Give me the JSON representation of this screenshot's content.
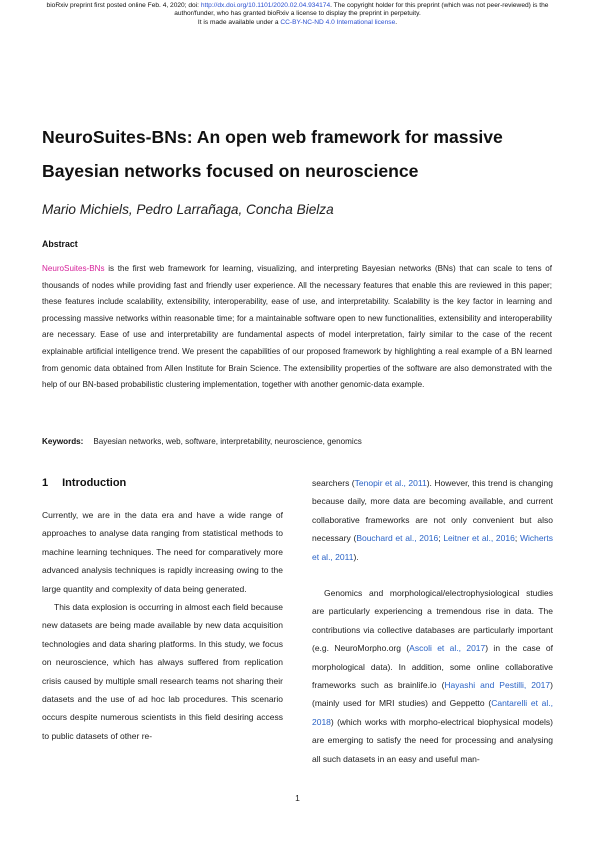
{
  "preprint_notice": {
    "line1_prefix": "bioRxiv preprint first posted online Feb. 4, 2020; doi: ",
    "doi_url": "http://dx.doi.org/10.1101/2020.02.04.934174",
    "line1_suffix": ". The copyright holder for this preprint (which was not peer-reviewed) is the author/funder, who has granted bioRxiv a license to display the preprint in perpetuity.",
    "line2_prefix": "It is made available under a ",
    "license": "CC-BY-NC-ND 4.0 International license",
    "line2_suffix": "."
  },
  "title": {
    "brand": "NeuroSuites-BNs",
    "rest": ": An open web framework for massive Bayesian networks focused on neuroscience"
  },
  "authors": "Mario Michiels, Pedro Larrañaga, Concha Bielza",
  "abstract": {
    "heading": "Abstract",
    "brand": "NeuroSuites-BNs",
    "text": " is the first web framework for learning, visualizing, and interpreting Bayesian networks (BNs) that can scale to tens of thousands of nodes while providing fast and friendly user experience. All the necessary features that enable this are reviewed in this paper; these features include scalability, extensibility, interoperability, ease of use, and interpretability. Scalability is the key factor in learning and processing massive networks within reasonable time; for a maintainable software open to new functionalities, extensibility and interoperability are necessary. Ease of use and interpretability are fundamental aspects of model interpretation, fairly similar to the case of the recent explainable artificial intelligence trend. We present the capabilities of our proposed framework by highlighting a real example of a BN learned from genomic data obtained from Allen Institute for Brain Science. The extensibility properties of the software are also demonstrated with the help of our BN-based probabilistic clustering implementation, together with another genomic-data example."
  },
  "keywords": {
    "label": "Keywords:",
    "text": "Bayesian networks, web, software, interpretability, neuroscience, genomics"
  },
  "section": {
    "number": "1",
    "title": "Introduction"
  },
  "left_col": {
    "p1": "Currently, we are in the data era and have a wide range of approaches to analyse data ranging from statistical methods to machine learning techniques. The need for comparatively more advanced analysis techniques is rapidly increasing owing to the large quantity and complexity of data being generated.",
    "p2": "This data explosion is occurring in almost each field because new datasets are being made available by new data acquisition technologies and data sharing platforms. In this study, we focus on neuroscience, which has always suffered from replication crisis caused by multiple small research teams not sharing their datasets and the use of ad hoc lab procedures. This scenario occurs despite numerous scientists in this field desiring access to public datasets of other re-"
  },
  "right_col": {
    "p1_a": "searchers (",
    "cite_tenopir": "Tenopir et al., 2011",
    "p1_b": "). However, this trend is changing because daily, more data are becoming available, and current collaborative frameworks are not only convenient but also necessary (",
    "cite_bouchard": "Bouchard et al., 2016",
    "sep1": "; ",
    "cite_leitner": "Leitner et al., 2016",
    "sep2": "; ",
    "cite_wicherts": "Wicherts et al., 2011",
    "p1_c": ").",
    "p2_a": "Genomics and morphological/electrophysiological studies are particularly experiencing a tremendous rise in data. The contributions via collective databases are particularly important (e.g. NeuroMorpho.org (",
    "cite_ascoli": "Ascoli et al., 2017",
    "p2_b": ") in the case of morphological data). In addition, some online collaborative frameworks such as brainlife.io (",
    "cite_hayashi": "Hayashi and Pestilli, 2017",
    "p2_c": ") (mainly used for MRI studies) and Geppetto (",
    "cite_cantarelli": "Cantarelli et al., 2018",
    "p2_d": ") (which works with morpho-electrical biophysical models) are emerging to satisfy the need for processing and analysing all such datasets in an easy and useful man-"
  },
  "page_number": "1",
  "colors": {
    "brand": "#d6219a",
    "citation": "#2a63c6",
    "url": "#2a4fd0"
  }
}
